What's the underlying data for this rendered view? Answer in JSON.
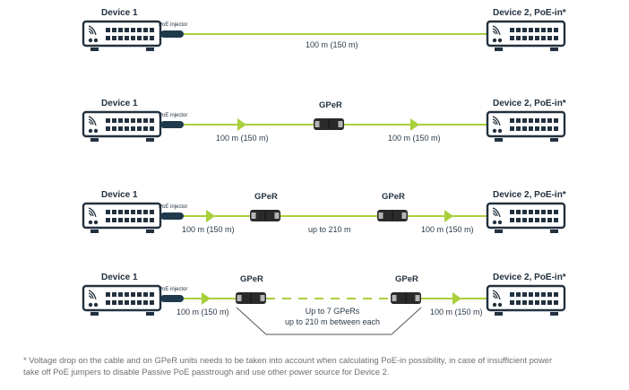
{
  "colors": {
    "cable": "#a9cf3b",
    "device_outline": "#22313f",
    "gper_body": "#2a2a2a",
    "gper_cap": "#b5b5b5",
    "injector": "#1f3a4d",
    "footnote": "#6f6f6f"
  },
  "labels": {
    "device1": "Device 1",
    "device2": "Device 2, PoE-in*",
    "poe_injector": "PoE injector",
    "gper": "GPeR"
  },
  "rows": [
    {
      "id": "direct",
      "distances": [
        "100 m (150 m)"
      ]
    },
    {
      "id": "one-gper",
      "distances": [
        "100 m (150 m)",
        "100 m (150 m)"
      ]
    },
    {
      "id": "two-gper",
      "distances": [
        "100 m (150 m)",
        "up to 210 m",
        "100 m (150 m)"
      ]
    },
    {
      "id": "chain-gper",
      "distances": [
        "100 m (150 m)",
        "100 m (150 m)"
      ],
      "chain_note_line1": "Up to 7 GPeRs",
      "chain_note_line2": "up to 210 m between each"
    }
  ],
  "footnote": {
    "line1": "* Voltage drop on the cable and on GPeR units needs to be taken into account when calculating PoE-in possibility, in case of insufficient power",
    "line2": "take off PoE jumpers to disable Passive PoE passtrough and use other power source for Device 2."
  }
}
